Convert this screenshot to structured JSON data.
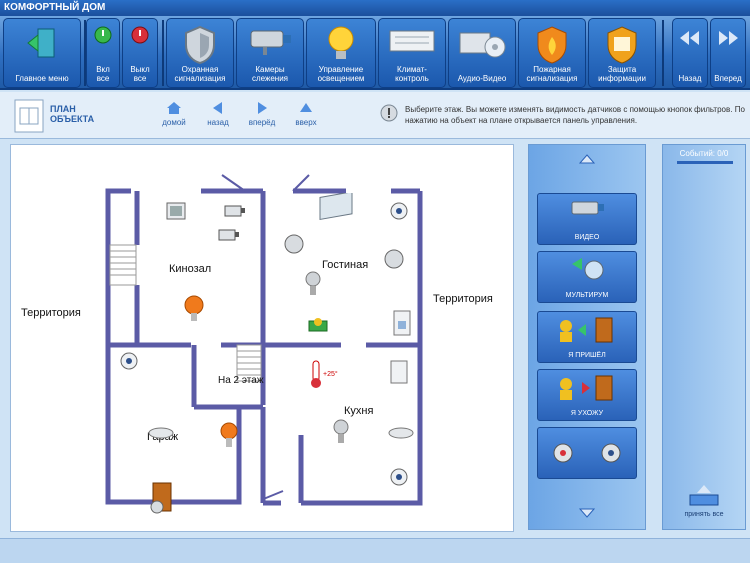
{
  "window": {
    "title": "КОМФОРТНЫЙ ДОМ"
  },
  "toolbar": {
    "main_menu": "Главное меню",
    "all_on": "Вкл все",
    "all_off": "Выкл все",
    "security": "Охранная сигнализация",
    "cameras": "Камеры слежения",
    "lighting": "Управление освещением",
    "climate": "Климат-контроль",
    "audio_video": "Аудио-Видео",
    "fire": "Пожарная сигнализация",
    "info_protect": "Защита информации",
    "back": "Назад",
    "forward": "Вперед"
  },
  "plan_header": {
    "title_line1": "ПЛАН",
    "title_line2": "ОБЪЕКТА",
    "home": "домой",
    "back": "назад",
    "forward": "вперёд",
    "up": "вверх",
    "hint": "Выберите этаж. Вы можете изменять видимость датчиков с помощью кнопок фильтров. По нажатию на объект на плане открывается панель управления."
  },
  "plan": {
    "territory_left": "Территория",
    "territory_right": "Территория",
    "cinema": "Кинозал",
    "living": "Гостиная",
    "kitchen": "Кухня",
    "garage": "Гараж",
    "stairs": "На 2 этаж",
    "thermo": "+25°"
  },
  "panel": {
    "video": "ВИДЕО",
    "multiroom": "МУЛЬТИРУМ",
    "arrived": "Я ПРИШЁЛ",
    "leaving": "Я УХОЖУ"
  },
  "events": {
    "count_label": "Событий: 0/0",
    "accept_all": "принять все"
  }
}
